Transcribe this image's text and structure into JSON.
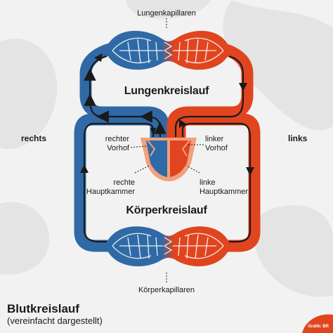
{
  "labels": {
    "lung_capillaries": "Lungenkapillaren",
    "pulmonary_circulation": "Lungenkreislauf",
    "right_side": "rechts",
    "left_side": "links",
    "right_atrium": "rechter\nVorhof",
    "left_atrium": "linker\nVorhof",
    "right_ventricle": "rechte\nHauptkammer",
    "left_ventricle": "linke\nHauptkammer",
    "systemic_circulation": "Körperkreislauf",
    "body_capillaries": "Körperkapillaren"
  },
  "footer": {
    "title": "Blutkreislauf",
    "subtitle": "(vereinfacht dargestellt)",
    "credit": "Grafik: BR"
  },
  "colors": {
    "background": "#f2f2f2",
    "blob": "#e4e4e4",
    "deoxygenated": "#2f6aa6",
    "oxygenated": "#e0451f",
    "heart_outline": "#f2a07d",
    "flow_line": "#1a1a1a",
    "corner_accent": "#e0451f"
  }
}
